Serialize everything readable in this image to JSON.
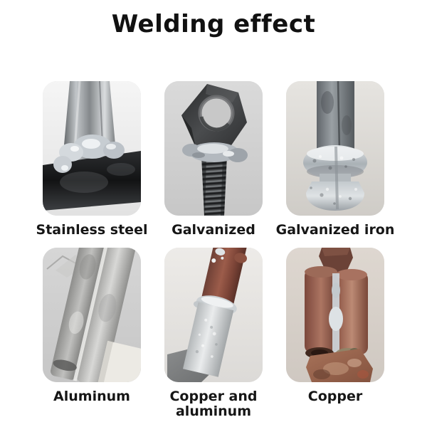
{
  "title": "Welding effect",
  "colors": {
    "page_bg": "#ffffff",
    "title_color": "#111111",
    "label_color": "#161616"
  },
  "grid": {
    "items": [
      {
        "label": "Stainless steel",
        "photo": "stainless-steel-weld-photo"
      },
      {
        "label": "Galvanized",
        "photo": "galvanized-eye-nut-weld-photo"
      },
      {
        "label": "Galvanized iron",
        "photo": "galvanized-iron-pipe-weld-photo"
      },
      {
        "label": "Aluminum",
        "photo": "aluminum-tube-weld-photo"
      },
      {
        "label": "Copper and aluminum",
        "photo": "copper-and-aluminum-tube-weld-photo"
      },
      {
        "label": "Copper",
        "photo": "copper-tube-weld-photo"
      }
    ]
  }
}
